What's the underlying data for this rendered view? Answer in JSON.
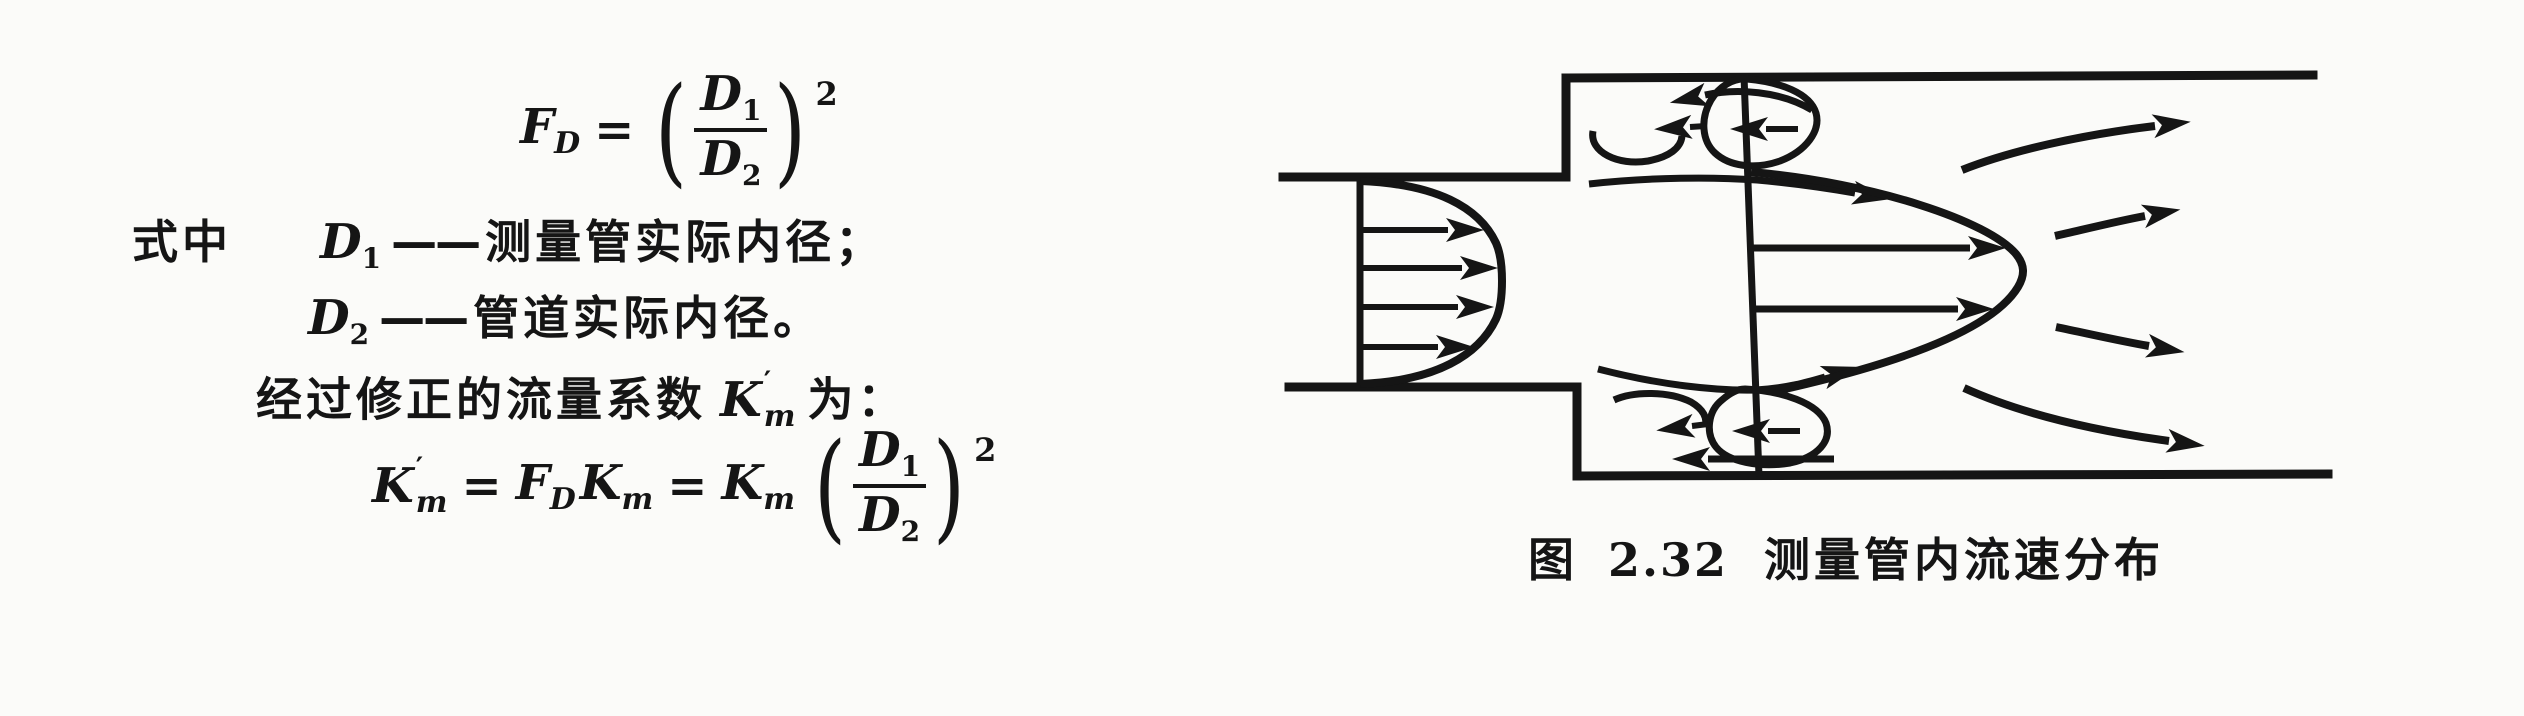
{
  "colors": {
    "ink": "#151515",
    "paper": "#fbfbf9"
  },
  "formula_fd": {
    "lhs": "F",
    "lhs_sub": "D",
    "equals": "=",
    "paren_open": "(",
    "frac_num": "D",
    "frac_num_sub": "1",
    "frac_den": "D",
    "frac_den_sub": "2",
    "paren_close": ")",
    "exponent": "2"
  },
  "where_line1": {
    "prefix": "式中",
    "var": "D",
    "var_sub": "1",
    "dash": "——",
    "definition": "测量管实际内径；"
  },
  "where_line2": {
    "var": "D",
    "var_sub": "2",
    "dash": "——",
    "definition": "管道实际内径。"
  },
  "intro_line": {
    "text_before": "经过修正的流量系数",
    "var": "K",
    "var_prime": "′",
    "var_sub": "m",
    "text_after": "为："
  },
  "formula_km": {
    "lhs": "K",
    "lhs_prime": "′",
    "lhs_sub": "m",
    "equals1": "=",
    "t1": "F",
    "t1_sub": "D",
    "t2": "K",
    "t2_sub": "m",
    "equals2": "=",
    "t3": "K",
    "t3_sub": "m",
    "paren_open": "(",
    "frac_num": "D",
    "frac_num_sub": "1",
    "frac_den": "D",
    "frac_den_sub": "2",
    "paren_close": ")",
    "exponent": "2"
  },
  "figure": {
    "caption_label": "图",
    "caption_number": "2.32",
    "caption_title": "测量管内流速分布"
  }
}
